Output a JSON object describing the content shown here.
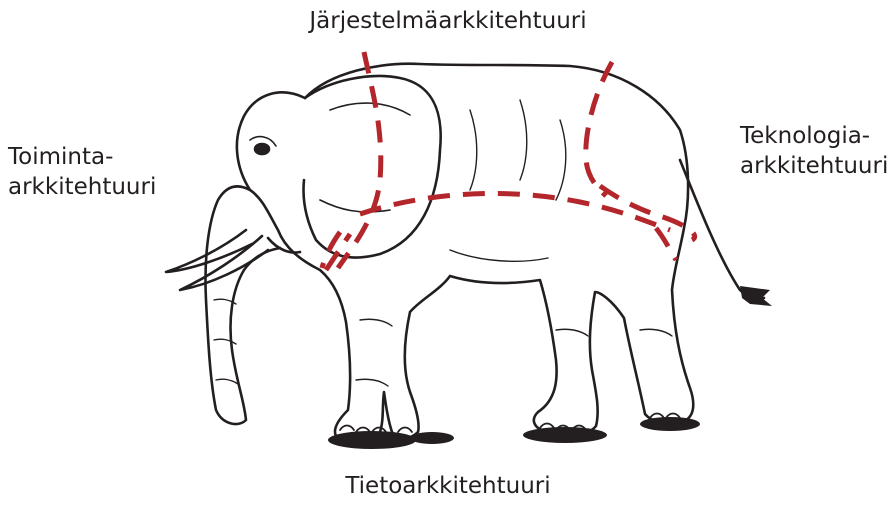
{
  "labels": {
    "top": "Järjestelmäarkkitehtuuri",
    "left_line1": "Toiminta-",
    "left_line2": "arkkitehtuuri",
    "right_line1": "Teknologia-",
    "right_line2": "arkkitehtuuri",
    "bottom": "Tietoarkkitehtuuri"
  },
  "colors": {
    "outline": "#231f20",
    "divider": "#b3272c",
    "background": "#ffffff"
  }
}
